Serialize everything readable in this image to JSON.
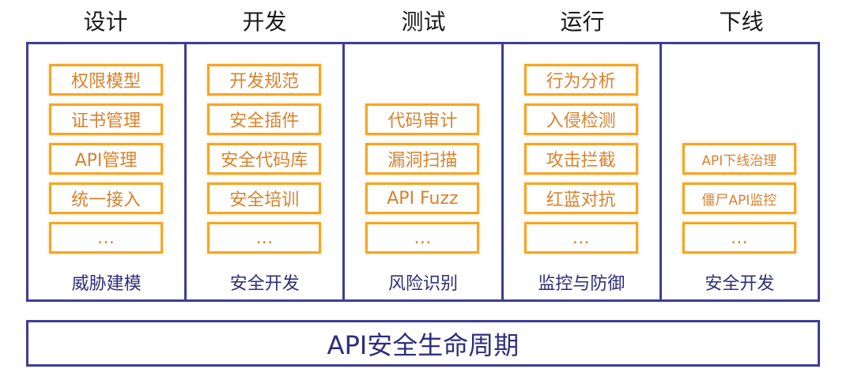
{
  "phases": [
    {
      "title": "设计",
      "items": [
        "权限模型",
        "证书管理",
        "API管理",
        "统一接入",
        "…"
      ],
      "footer": "威胁建模"
    },
    {
      "title": "开发",
      "items": [
        "开发规范",
        "安全插件",
        "安全代码库",
        "安全培训",
        "…"
      ],
      "footer": "安全开发"
    },
    {
      "title": "测试",
      "items": [
        "代码审计",
        "漏洞扫描",
        "API Fuzz",
        "…"
      ],
      "footer": "风险识别"
    },
    {
      "title": "运行",
      "items": [
        "行为分析",
        "入侵检测",
        "攻击拦截",
        "红蓝对抗",
        "…"
      ],
      "footer": "监控与防御"
    },
    {
      "title": "下线",
      "items": [
        "API下线治理",
        "僵尸API监控",
        "…"
      ],
      "footer": "安全开发"
    }
  ],
  "banner": "API安全生命周期",
  "colors": {
    "frame": "#3d3d98",
    "item_border": "#f5a623",
    "item_text": "#d9822b"
  }
}
